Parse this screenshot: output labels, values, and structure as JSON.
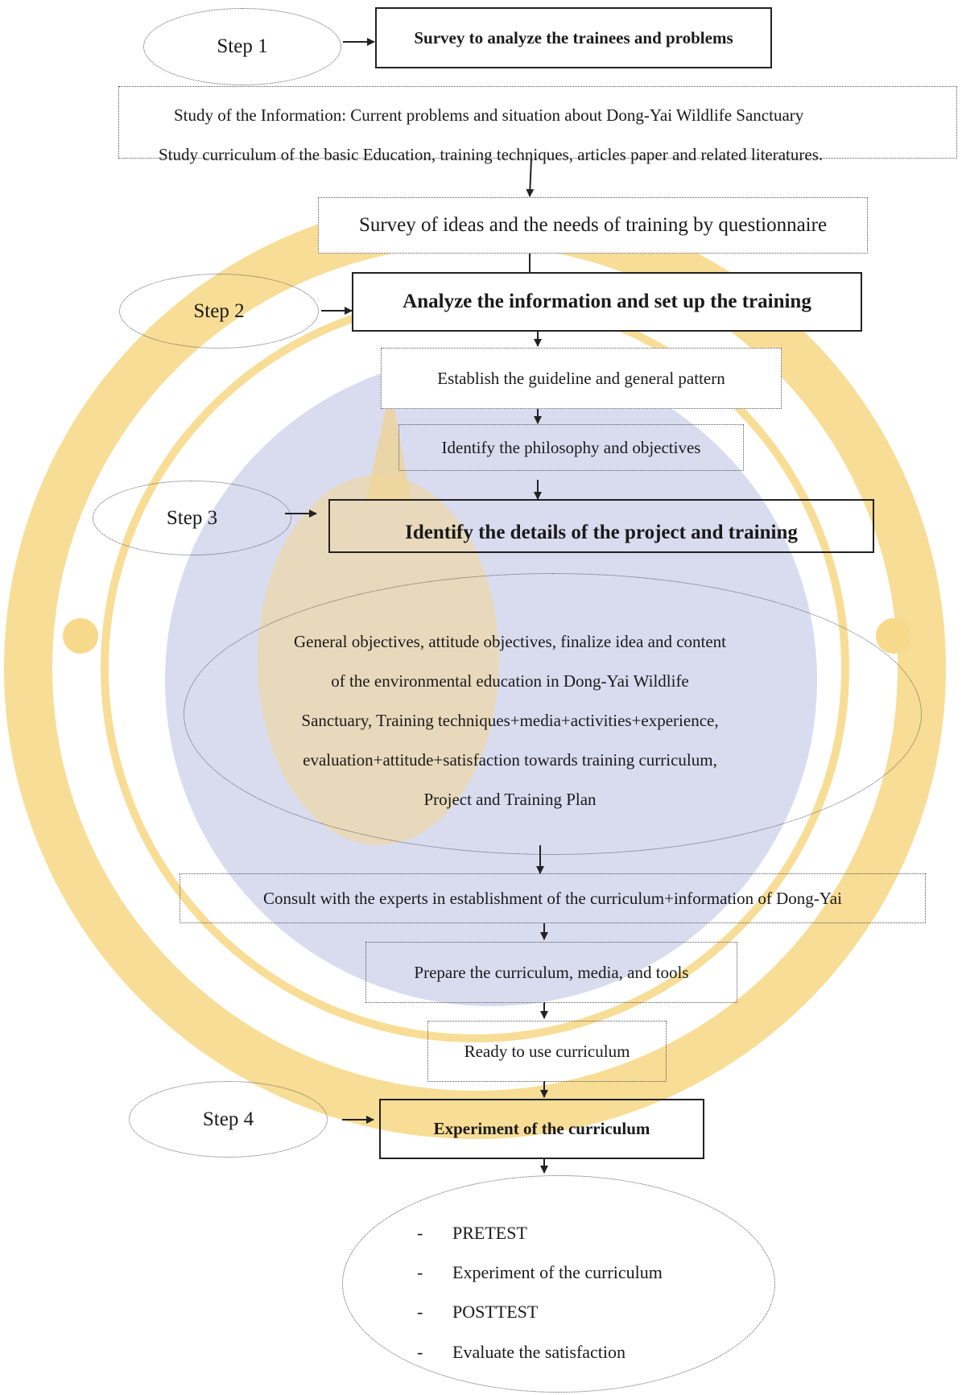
{
  "steps": {
    "step1": "Step 1",
    "step2": "Step 2",
    "step3": "Step 3",
    "step4": "Step 4"
  },
  "boxes": {
    "survey_title": "Survey to analyze the trainees and problems",
    "study_line1": "Study of the Information:  Current problems and situation about Dong-Yai Wildlife Sanctuary",
    "study_line2": "Study curriculum of the basic Education, training techniques, articles paper and related literatures.",
    "needs_survey": "Survey of ideas and the needs of training by questionnaire",
    "analyze_title": "Analyze the information and set up the training",
    "guideline": "Establish the guideline and general pattern",
    "philosophy": "Identify the philosophy and objectives",
    "details_title": "Identify the details of the project and training",
    "details_line1": "General objectives, attitude objectives, finalize idea and content",
    "details_line2": "of the environmental education in Dong-Yai Wildlife",
    "details_line3": "Sanctuary, Training techniques+media+activities+experience,",
    "details_line4": "evaluation+attitude+satisfaction towards training curriculum,",
    "details_line5": "Project and Training Plan",
    "consult": "Consult with the experts in establishment of the curriculum+information of Dong-Yai",
    "prepare": "Prepare the curriculum, media, and tools",
    "ready": "Ready to use curriculum",
    "experiment_title": "Experiment of the curriculum"
  },
  "final_list": {
    "dash": "-",
    "items": [
      "PRETEST",
      "Experiment of the curriculum",
      "POSTTEST",
      "Evaluate the satisfaction"
    ]
  },
  "colors": {
    "watermark_gold": "#f6d98a",
    "watermark_blue": "#d9dcef"
  },
  "watermark": "university-seal"
}
